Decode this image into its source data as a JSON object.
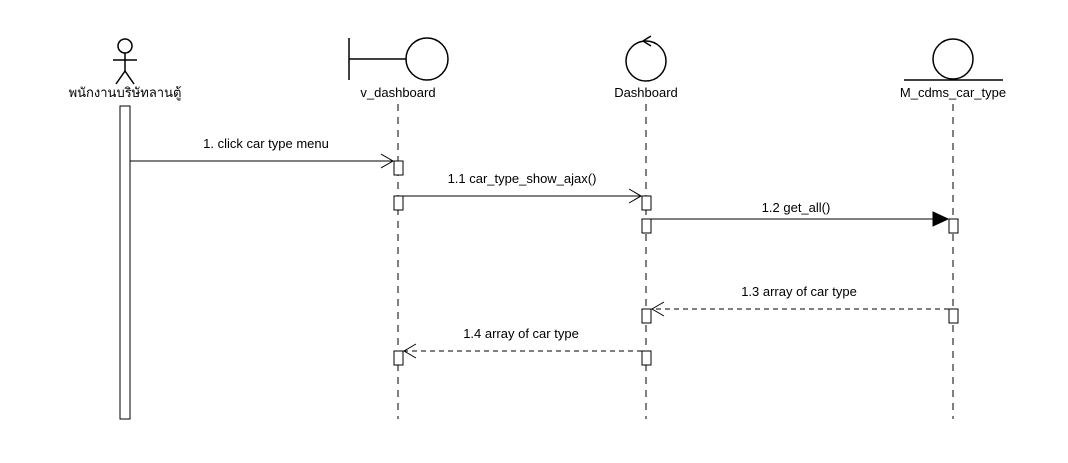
{
  "participants": {
    "actor": {
      "label": "พนักงานบริษัทลานตู้",
      "kind": "actor"
    },
    "boundary": {
      "label": "v_dashboard",
      "kind": "boundary"
    },
    "control": {
      "label": "Dashboard",
      "kind": "control"
    },
    "entity": {
      "label": "M_cdms_car_type",
      "kind": "entity"
    }
  },
  "messages": {
    "m1": {
      "label": "1. click car type menu",
      "from": "actor",
      "to": "boundary",
      "style": "sync-open"
    },
    "m11": {
      "label": "1.1 car_type_show_ajax()",
      "from": "boundary",
      "to": "control",
      "style": "sync-open"
    },
    "m12": {
      "label": "1.2 get_all()",
      "from": "control",
      "to": "entity",
      "style": "sync-filled"
    },
    "m13": {
      "label": "1.3 array of  car type",
      "from": "entity",
      "to": "control",
      "style": "return"
    },
    "m14": {
      "label": "1.4 array of  car type",
      "from": "control",
      "to": "boundary",
      "style": "return"
    }
  }
}
